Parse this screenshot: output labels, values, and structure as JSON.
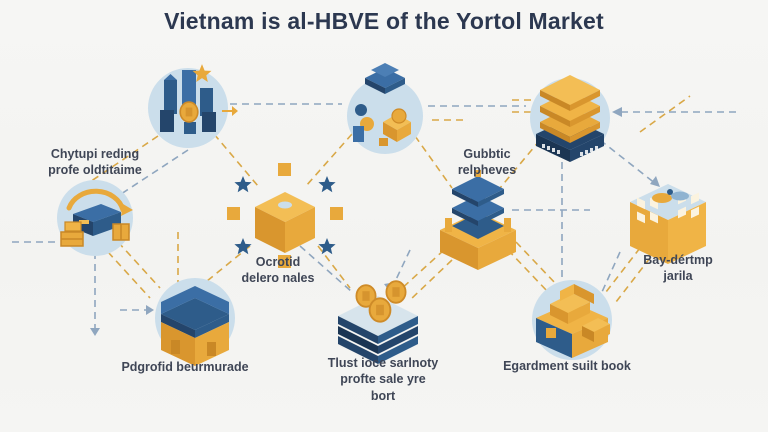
{
  "title": "Vietnam is al-HBVE of the Yortol Market",
  "labels": {
    "top_left": {
      "lines": [
        "Chytupi reding",
        "profe oldtitaime"
      ]
    },
    "center": {
      "lines": [
        "Ocrotid",
        "delero nales"
      ]
    },
    "right_upper": {
      "lines": [
        "Gubbtic",
        "relpheves"
      ]
    },
    "right_side": {
      "lines": [
        "Bay-dértmp",
        "jarila"
      ]
    },
    "bottom_left": {
      "lines": [
        "Pdgrofid beurmurade"
      ]
    },
    "bottom_center": {
      "lines": [
        "Tlust ioce sarlnoty",
        "profte sale yre",
        "bort"
      ]
    },
    "bottom_right": {
      "lines": [
        "Egardment suilt book"
      ]
    }
  },
  "nodes": [
    {
      "id": "city-cluster",
      "icon": "city-buildings-star-icon"
    },
    {
      "id": "globe-trade",
      "icon": "globe-coins-icon"
    },
    {
      "id": "server-stack",
      "icon": "gold-server-stack-icon"
    },
    {
      "id": "storage-box",
      "icon": "drawer-box-cycle-icon"
    },
    {
      "id": "core-cube",
      "icon": "cube-stars-hub-icon"
    },
    {
      "id": "layer-box",
      "icon": "layered-platform-icon"
    },
    {
      "id": "window-block",
      "icon": "building-block-icon"
    },
    {
      "id": "mosque-block",
      "icon": "roofed-building-icon"
    },
    {
      "id": "coin-ledger",
      "icon": "coins-on-ledger-icon"
    },
    {
      "id": "machine",
      "icon": "gold-machine-icon"
    }
  ],
  "colors": {
    "background": "#F5F5F3",
    "title_text": "#2C3850",
    "label_text": "#3F4656",
    "gold": "#E8A93C",
    "gold_dark": "#CE8B28",
    "gold_light": "#F3BE55",
    "navy": "#24456B",
    "blue": "#3B6EA5",
    "blue_mid": "#2E5C8A",
    "circle_fill": "#CBDEEB",
    "dash_gold": "#D9A847",
    "dash_blue": "#8FA6BF"
  }
}
